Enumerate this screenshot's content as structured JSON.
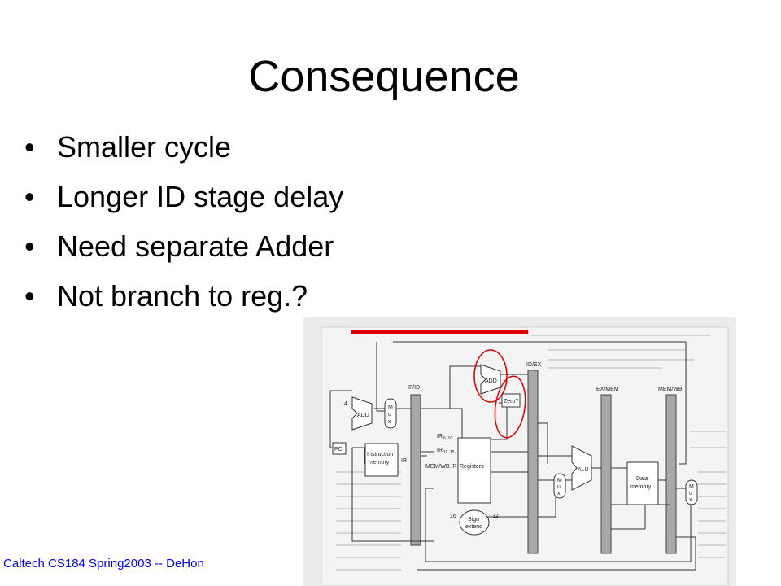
{
  "slide": {
    "title": "Consequence",
    "bullets": [
      "Smaller cycle",
      "Longer ID stage delay",
      "Need separate Adder",
      "Not branch to reg.?"
    ],
    "bullet_symbol": "•",
    "footer": "Caltech CS184 Spring2003 -- DeHon"
  },
  "diagram": {
    "pipeline_registers": [
      "IF/ID",
      "ID/EX",
      "EX/MEM",
      "MEM/WB"
    ],
    "labels": {
      "add_if": "ADD",
      "add_id": "ADD",
      "four": "4",
      "pc": "PC",
      "mux": "M\nu\nx",
      "instruction_memory": "Instruction\nmemory",
      "ir": "IR",
      "ir_6_10": "IR6..10",
      "ir_11_15": "IR11..15",
      "mem_wb_ir": "MEM/WB.IR",
      "registers": "Registers",
      "zero": "Zero?",
      "alu": "ALU",
      "data_memory": "Data\nmemory",
      "sign_extend": "Sign\nextend",
      "sixteen": "16",
      "thirtytwo": "32"
    },
    "colors": {
      "annotation_red": "#e00000",
      "footer_blue": "#0000ff",
      "scan_background": "#ececec",
      "register_gray": "#a8a8a8"
    }
  }
}
